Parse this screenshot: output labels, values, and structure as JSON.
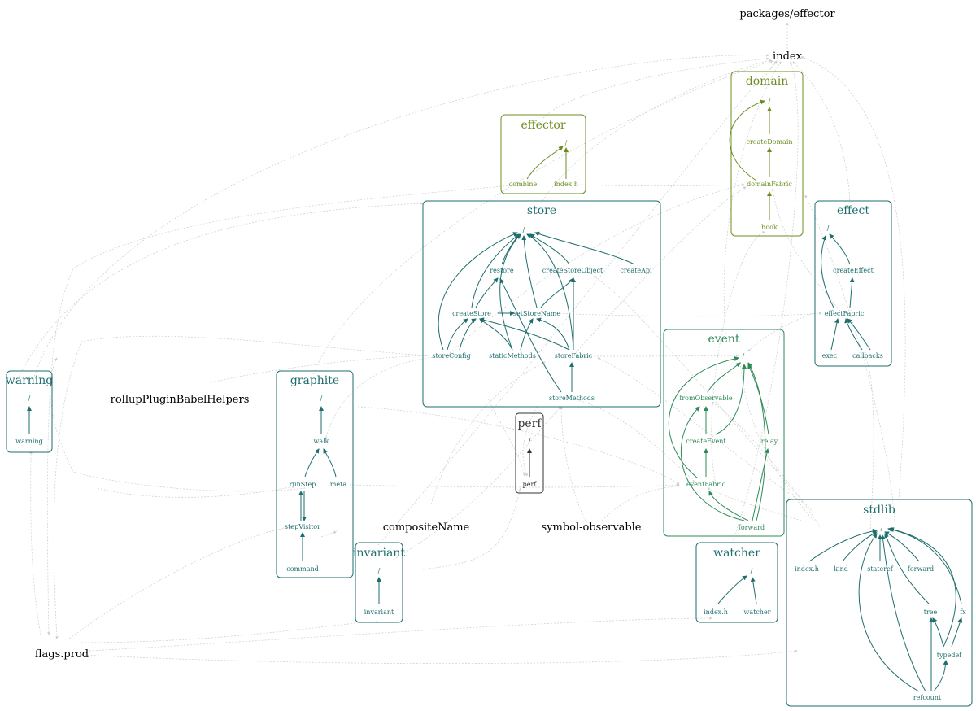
{
  "colors": {
    "teal": "#1f6e6e",
    "green": "#2e8b57",
    "olive": "#6b8e23",
    "dark": "#333333",
    "faint": "#cccccc"
  },
  "top_nodes": {
    "packages_effector": "packages/effector",
    "index": "index",
    "rollup_helpers": "rollupPluginBabelHelpers",
    "composite_name": "compositeName",
    "symbol_observable": "symbol-observable",
    "flags_prod": "flags.prod"
  },
  "clusters": {
    "effector": {
      "title": "effector",
      "nodes": {
        "root": "/",
        "combine": "combine",
        "index_h": "index.h"
      }
    },
    "domain": {
      "title": "domain",
      "nodes": {
        "root": "/",
        "create_domain": "createDomain",
        "domain_fabric": "domainFabric",
        "hook": "hook"
      }
    },
    "store": {
      "title": "store",
      "nodes": {
        "root": "/",
        "restore": "restore",
        "create_store_object": "createStoreObject",
        "create_api": "createApi",
        "create_store": "createStore",
        "set_store_name": "setStoreName",
        "store_config": "storeConfig",
        "static_methods": "staticMethods",
        "store_fabric": "storeFabric",
        "store_methods": "storeMethods"
      }
    },
    "effect": {
      "title": "effect",
      "nodes": {
        "root": "/",
        "create_effect": "createEffect",
        "effect_fabric": "effectFabric",
        "exec": "exec",
        "callbacks": "callbacks"
      }
    },
    "event": {
      "title": "event",
      "nodes": {
        "root": "/",
        "from_observable": "fromObservable",
        "create_event": "createEvent",
        "relay": "relay",
        "event_fabric": "eventFabric",
        "forward": "forward"
      }
    },
    "warning": {
      "title": "warning",
      "nodes": {
        "root": "/",
        "warning": "warning"
      }
    },
    "graphite": {
      "title": "graphite",
      "nodes": {
        "root": "/",
        "walk": "walk",
        "run_step": "runStep",
        "meta": "meta",
        "step_visitor": "stepVisitor",
        "command": "command"
      }
    },
    "perf": {
      "title": "perf",
      "nodes": {
        "root": "/",
        "perf": "perf"
      }
    },
    "invariant": {
      "title": "invariant",
      "nodes": {
        "root": "/",
        "invariant": "invariant"
      }
    },
    "watcher": {
      "title": "watcher",
      "nodes": {
        "root": "/",
        "index_h": "index.h",
        "watcher": "watcher"
      }
    },
    "stdlib": {
      "title": "stdlib",
      "nodes": {
        "root": "/",
        "index_h": "index.h",
        "kind": "kind",
        "stateref": "stateref",
        "forward": "forward",
        "tree": "tree",
        "fx": "fx",
        "typedef": "typedef",
        "refcount": "refcount"
      }
    }
  }
}
